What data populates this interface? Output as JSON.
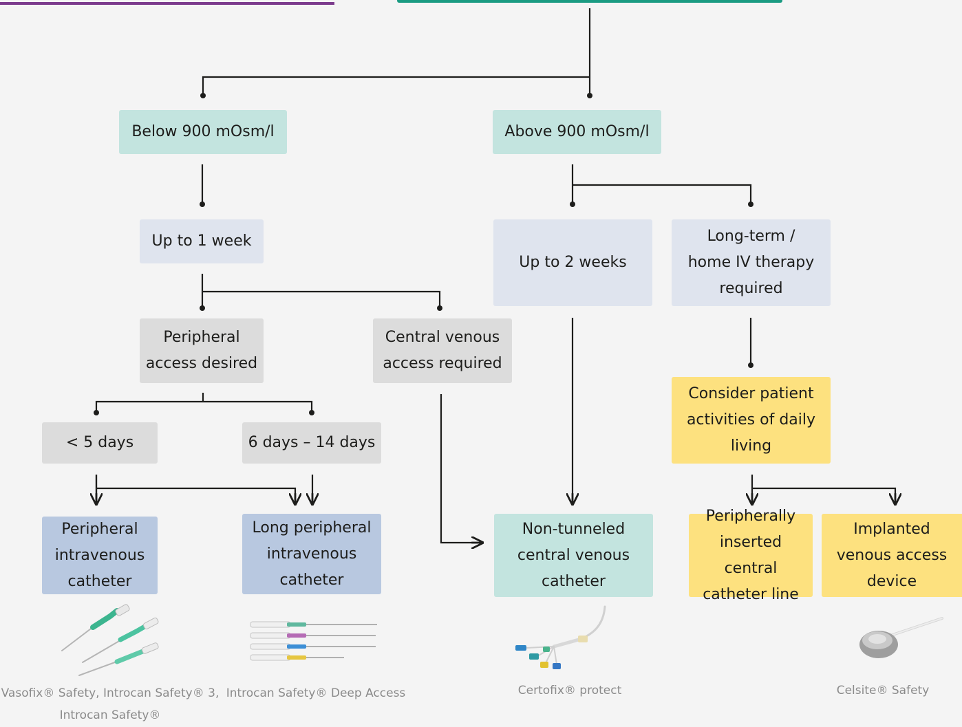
{
  "colors": {
    "accent_purple": "#7b3a8c",
    "accent_teal": "#1a9b82",
    "connector": "#1d1d1b",
    "teal_box": "#c3e4df",
    "light_blue_box": "#dfe4ee",
    "grey_box": "#dcdcdc",
    "mid_blue_box": "#b8c8e0",
    "yellow_box": "#fde17f",
    "caption_text": "#8b8b8b"
  },
  "nodes": {
    "below_900": "Below 900 mOsm/l",
    "above_900": "Above 900 mOsm/l",
    "up_to_1_week": "Up to 1 week",
    "up_to_2_weeks": "Up to 2 weeks",
    "long_term": "Long-term /\nhome IV therapy\nrequired",
    "peripheral_access": "Peripheral\naccess desired",
    "central_venous_access": "Central venous\naccess required",
    "consider_patient": "Consider patient\nactivities of daily\nliving",
    "less_5_days": "< 5 days",
    "days_6_14": "6 days – 14 days",
    "piv_catheter": "Peripheral\nintravenous\ncatheter",
    "long_piv_catheter": "Long peripheral\nintravenous\ncatheter",
    "non_tunneled": "Non-tunneled\ncentral venous\ncatheter",
    "picc_line": "Peripherally\ninserted central\ncatheter line",
    "implanted_device": "Implanted\nvenous access\ndevice"
  },
  "products": {
    "vasofix": "Vasofix® Safety, Introcan Safety® 3,\nIntrocan Safety®",
    "introcan_deep": "Introcan Safety® Deep Access",
    "certofix": "Certofix® protect",
    "celsite": "Celsite® Safety"
  },
  "icons": {
    "vasofix_image": "iv-cannula-icon",
    "introcan_deep_image": "long-catheter-icon",
    "certofix_image": "central-venous-catheter-icon",
    "celsite_image": "implanted-port-icon"
  }
}
